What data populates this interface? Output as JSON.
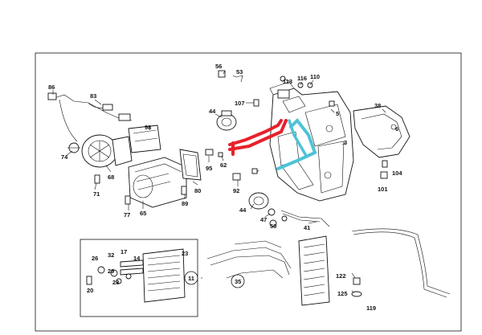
{
  "diagram": {
    "hose_highlight_colors": {
      "supply": "#e8202a",
      "return": "#4ec3d6"
    },
    "callouts": [
      {
        "id": "c86",
        "text": "86"
      },
      {
        "id": "c83",
        "text": "83"
      },
      {
        "id": "c56",
        "text": "56"
      },
      {
        "id": "c53",
        "text": "53"
      },
      {
        "id": "c113",
        "text": "113"
      },
      {
        "id": "c116",
        "text": "116"
      },
      {
        "id": "c110",
        "text": "110"
      },
      {
        "id": "c107",
        "text": "107"
      },
      {
        "id": "c38",
        "text": "38"
      },
      {
        "id": "c44a",
        "text": "44"
      },
      {
        "id": "c5",
        "text": "5"
      },
      {
        "id": "c98",
        "text": "98"
      },
      {
        "id": "c6",
        "text": "6"
      },
      {
        "id": "c74",
        "text": "74"
      },
      {
        "id": "c68",
        "text": "68"
      },
      {
        "id": "c71",
        "text": "71"
      },
      {
        "id": "c95",
        "text": "95"
      },
      {
        "id": "c62",
        "text": "62"
      },
      {
        "id": "c3",
        "text": "3"
      },
      {
        "id": "c104",
        "text": "104"
      },
      {
        "id": "c101",
        "text": "101"
      },
      {
        "id": "c92",
        "text": "92"
      },
      {
        "id": "c80",
        "text": "80"
      },
      {
        "id": "c89",
        "text": "89"
      },
      {
        "id": "c77",
        "text": "77"
      },
      {
        "id": "c65",
        "text": "65"
      },
      {
        "id": "c44b",
        "text": "44"
      },
      {
        "id": "c47",
        "text": "47"
      },
      {
        "id": "c50",
        "text": "50"
      },
      {
        "id": "c41",
        "text": "41"
      },
      {
        "id": "c17",
        "text": "17"
      },
      {
        "id": "c32",
        "text": "32"
      },
      {
        "id": "c14",
        "text": "14"
      },
      {
        "id": "c23",
        "text": "23"
      },
      {
        "id": "c26",
        "text": "26"
      },
      {
        "id": "c29",
        "text": "29"
      },
      {
        "id": "c28",
        "text": "28"
      },
      {
        "id": "c20",
        "text": "20"
      },
      {
        "id": "c11",
        "text": "11"
      },
      {
        "id": "c35",
        "text": "35"
      },
      {
        "id": "c122",
        "text": "122"
      },
      {
        "id": "c125",
        "text": "125"
      },
      {
        "id": "c119",
        "text": "119"
      }
    ]
  }
}
